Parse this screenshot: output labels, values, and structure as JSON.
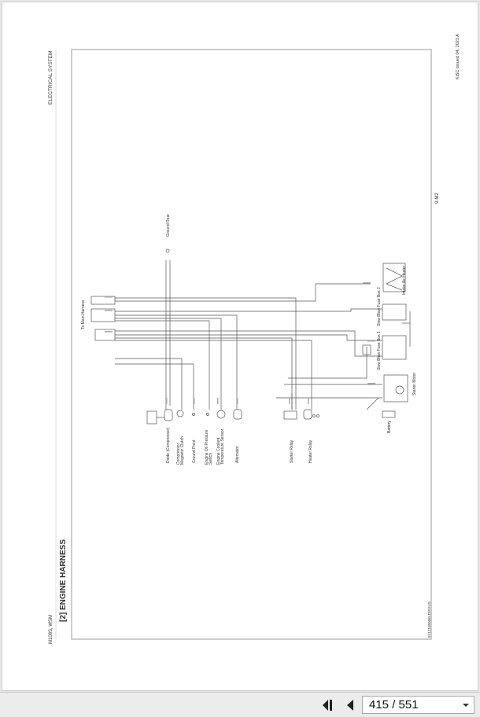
{
  "document": {
    "header_left": "M108S, WSM",
    "header_right": "ELECTRICAL SYSTEM",
    "issued": "KiSC issued 04, 2023 A",
    "page_code": "9-M2",
    "section_title": "[2]  ENGINE HARNESS",
    "figure_code": "9Y1210506ELT0XXUS"
  },
  "diagram": {
    "labels": {
      "to_main_harness": "To Main Harness",
      "ground_rear": "Ground Rear",
      "diode": "Diode (Compressor)",
      "clutch_1": "Compressor",
      "clutch_2": "Magnetic Clutch",
      "ground_point": "Ground Point",
      "oil_1": "Engine Oil Pressure",
      "oil_2": "Switch",
      "coolant_1": "Engine Coolant",
      "coolant_2": "Temperature Sensor",
      "alternator": "Alternator",
      "starter_relay": "Starter Relay",
      "heater_relay": "Heater Relay",
      "battery": "Battery",
      "starter_motor": "Starter Motor",
      "fuse_box_1": "Slow Blow Fuse Box 1",
      "fuse_box_2": "Slow Blow Fuse Box 2",
      "intake_air_heater": "Intake Air Heater"
    }
  },
  "viewer": {
    "first_page_icon": "first-page-icon",
    "prev_page_icon": "previous-page-icon",
    "page_indicator": "415 / 551",
    "dropdown_icon": "chevron-down-icon"
  }
}
